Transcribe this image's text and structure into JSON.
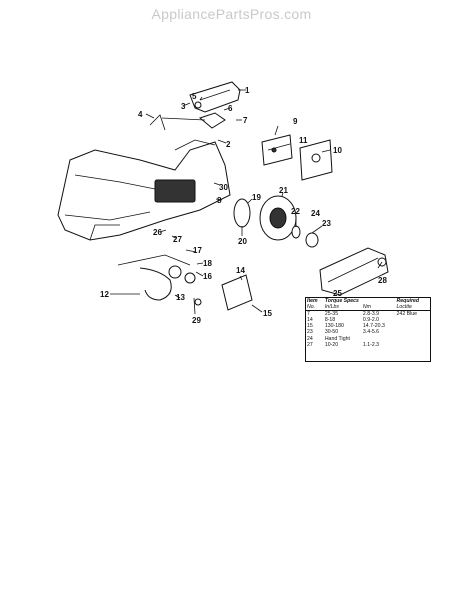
{
  "site": {
    "watermark": "AppliancePartsPros.com"
  },
  "callouts": [
    "1",
    "2",
    "3",
    "4",
    "5",
    "6",
    "7",
    "8",
    "9",
    "10",
    "11",
    "12",
    "13",
    "14",
    "15",
    "16",
    "17",
    "18",
    "19",
    "20",
    "21",
    "22",
    "23",
    "24",
    "25",
    "26",
    "27",
    "28",
    "29",
    "30"
  ],
  "torque_table": {
    "headers": {
      "item": "Item",
      "spec": "Torque Specs",
      "req": "Required"
    },
    "subheaders": {
      "no": "No.",
      "inlbs": "In/Lbs",
      "nm": "Nm",
      "loctite": "Loctite"
    },
    "rows": [
      {
        "no": "7",
        "inlbs": "25-35",
        "nm": "2.8-3.9",
        "loctite": "242 Blue"
      },
      {
        "no": "14",
        "inlbs": "8-18",
        "nm": "0.9-2.0",
        "loctite": ""
      },
      {
        "no": "15",
        "inlbs": "130-180",
        "nm": "14.7-20.3",
        "loctite": ""
      },
      {
        "no": "23",
        "inlbs": "30-50",
        "nm": "3.4-5.6",
        "loctite": ""
      },
      {
        "no": "24",
        "inlbs": "Hand Tight",
        "nm": "",
        "loctite": ""
      },
      {
        "no": "27",
        "inlbs": "10-20",
        "nm": "1.1-2.3",
        "loctite": ""
      }
    ]
  }
}
